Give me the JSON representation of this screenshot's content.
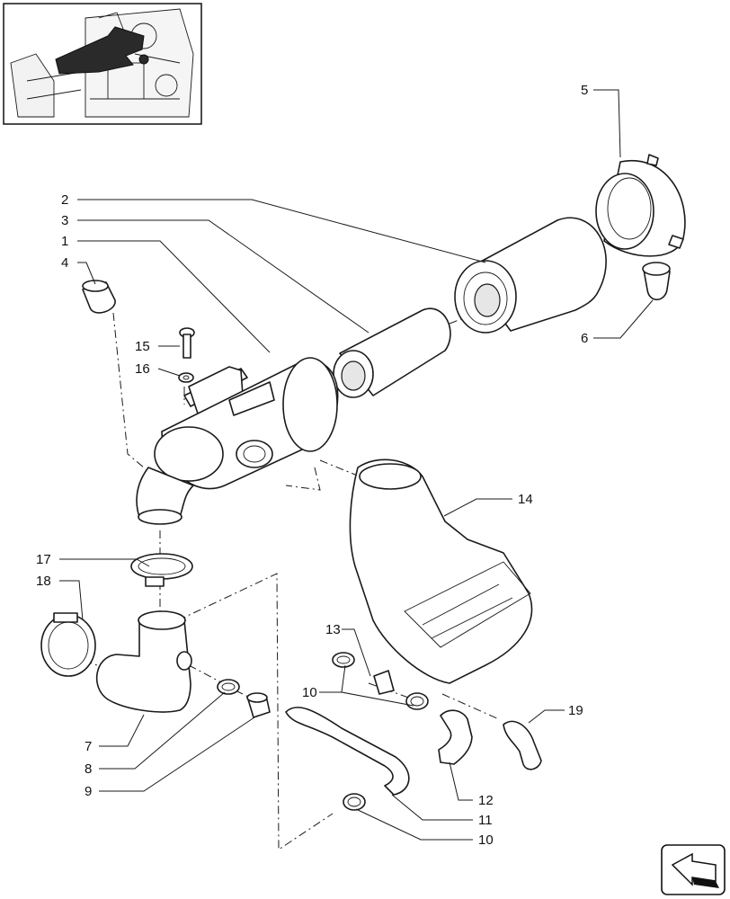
{
  "callouts": [
    {
      "id": "c1",
      "label": "1"
    },
    {
      "id": "c2",
      "label": "2"
    },
    {
      "id": "c3",
      "label": "3"
    },
    {
      "id": "c4",
      "label": "4"
    },
    {
      "id": "c5",
      "label": "5"
    },
    {
      "id": "c6",
      "label": "6"
    },
    {
      "id": "c7",
      "label": "7"
    },
    {
      "id": "c8",
      "label": "8"
    },
    {
      "id": "c9",
      "label": "9"
    },
    {
      "id": "c10a",
      "label": "10"
    },
    {
      "id": "c10b",
      "label": "10"
    },
    {
      "id": "c11",
      "label": "11"
    },
    {
      "id": "c12",
      "label": "12"
    },
    {
      "id": "c13",
      "label": "13"
    },
    {
      "id": "c14",
      "label": "14"
    },
    {
      "id": "c15",
      "label": "15"
    },
    {
      "id": "c16",
      "label": "16"
    },
    {
      "id": "c17",
      "label": "17"
    },
    {
      "id": "c18",
      "label": "18"
    },
    {
      "id": "c19",
      "label": "19"
    }
  ],
  "icons": {
    "locator": "engine-location-thumbnail-icon",
    "nav": "next-page-arrow-icon"
  }
}
